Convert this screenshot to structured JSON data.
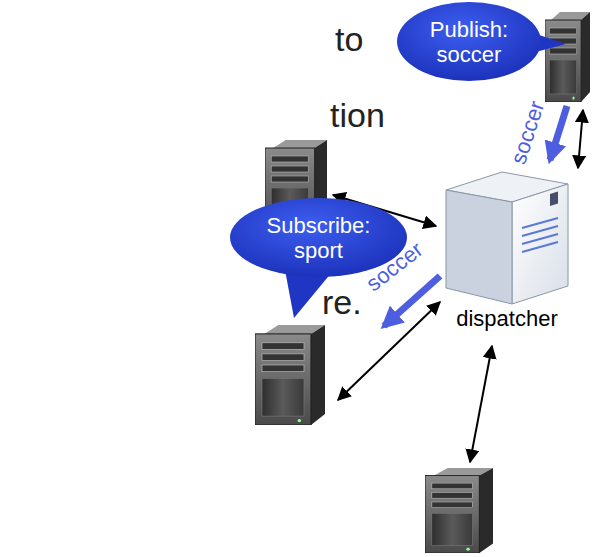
{
  "diagram": {
    "nodes": [
      {
        "text": [
          "Publish: soccer"
        ]
      },
      {
        "text": [
          "Subscribe: sport"
        ]
      },
      {
        "text": [
          "dispatcher"
        ]
      }
    ],
    "labels": [
      "to",
      "tion",
      "re.",
      "soccer",
      "soccer"
    ]
  }
}
